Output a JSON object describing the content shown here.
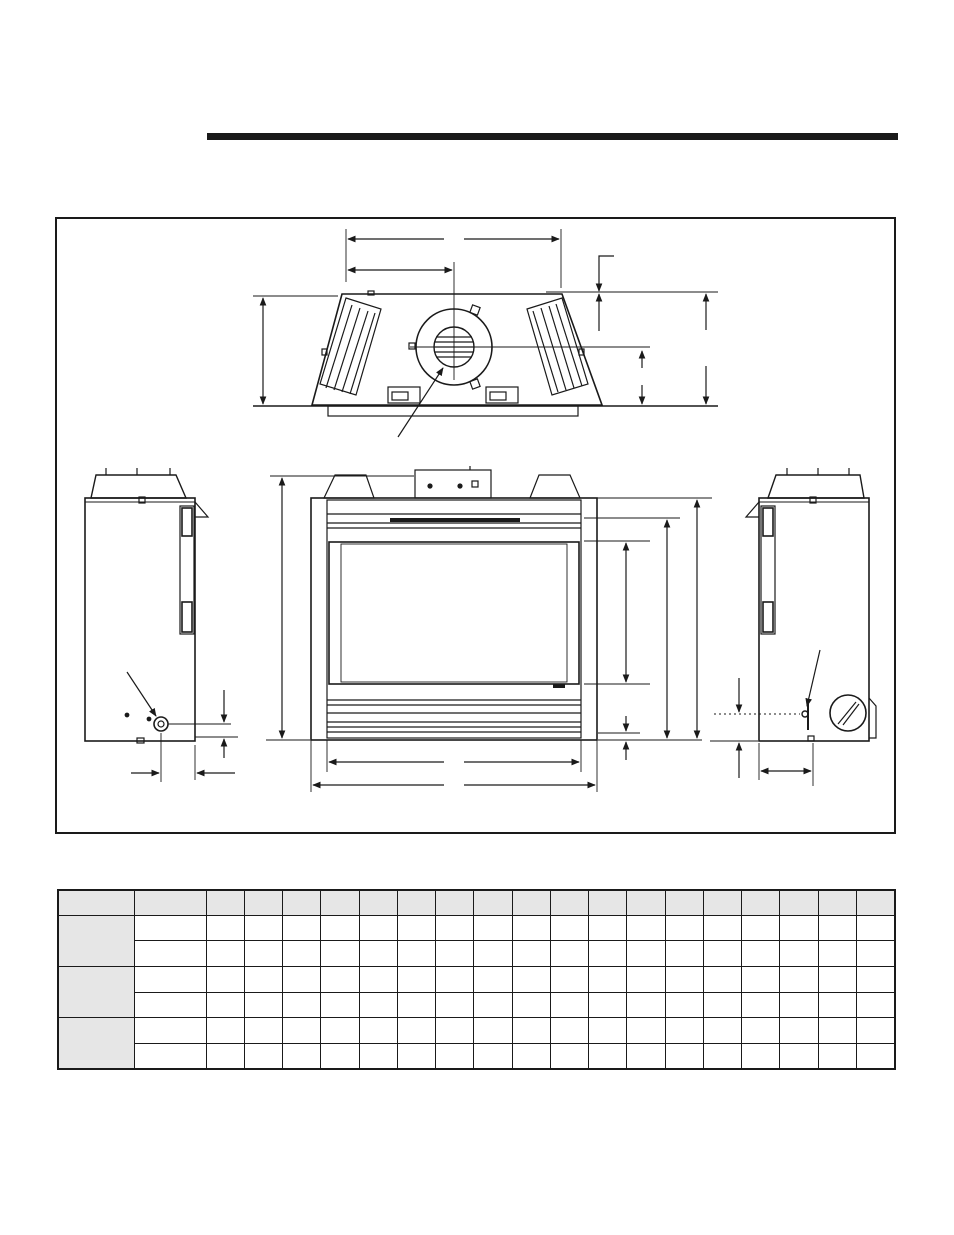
{
  "page": {
    "has_heading_rule": true
  },
  "figure": {
    "views": [
      "side-view-left",
      "top-view",
      "front-view",
      "side-view-right"
    ],
    "colors": {
      "line": "#1a1a1a",
      "table_header_fill": "#e6e6e6"
    }
  },
  "dimension_table": {
    "header": [
      "",
      "",
      "",
      "",
      "",
      "",
      "",
      "",
      "",
      "",
      "",
      "",
      "",
      "",
      "",
      "",
      "",
      "",
      "",
      ""
    ],
    "groups": [
      {
        "label": "",
        "rows": [
          {
            "label": "",
            "cells": [
              "",
              "",
              "",
              "",
              "",
              "",
              "",
              "",
              "",
              "",
              "",
              "",
              "",
              "",
              "",
              "",
              "",
              ""
            ]
          },
          {
            "label": "",
            "cells": [
              "",
              "",
              "",
              "",
              "",
              "",
              "",
              "",
              "",
              "",
              "",
              "",
              "",
              "",
              "",
              "",
              "",
              ""
            ]
          }
        ]
      },
      {
        "label": "",
        "rows": [
          {
            "label": "",
            "cells": [
              "",
              "",
              "",
              "",
              "",
              "",
              "",
              "",
              "",
              "",
              "",
              "",
              "",
              "",
              "",
              "",
              "",
              ""
            ]
          },
          {
            "label": "",
            "cells": [
              "",
              "",
              "",
              "",
              "",
              "",
              "",
              "",
              "",
              "",
              "",
              "",
              "",
              "",
              "",
              "",
              "",
              ""
            ]
          }
        ]
      },
      {
        "label": "",
        "rows": [
          {
            "label": "",
            "cells": [
              "",
              "",
              "",
              "",
              "",
              "",
              "",
              "",
              "",
              "",
              "",
              "",
              "",
              "",
              "",
              "",
              "",
              ""
            ]
          },
          {
            "label": "",
            "cells": [
              "",
              "",
              "",
              "",
              "",
              "",
              "",
              "",
              "",
              "",
              "",
              "",
              "",
              "",
              "",
              "",
              "",
              ""
            ]
          }
        ]
      }
    ]
  }
}
